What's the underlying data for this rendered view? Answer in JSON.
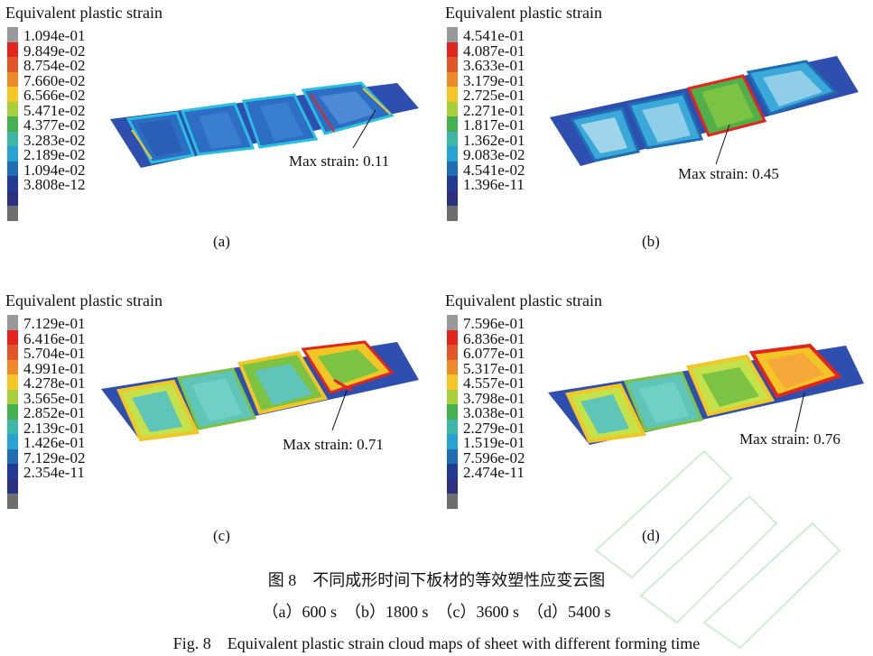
{
  "panels": [
    {
      "id": "a",
      "title": "Equivalent plastic strain",
      "legend": [
        "1.094e-01",
        "9.849e-02",
        "8.754e-02",
        "7.660e-02",
        "6.566e-02",
        "5.471e-02",
        "4.377e-02",
        "3.283e-02",
        "2.189e-02",
        "1.094e-02",
        "3.808e-12"
      ],
      "max_strain": "Max strain: 0.11",
      "label": "(a)"
    },
    {
      "id": "b",
      "title": "Equivalent plastic strain",
      "legend": [
        "4.541e-01",
        "4.087e-01",
        "3.633e-01",
        "3.179e-01",
        "2.725e-01",
        "2.271e-01",
        "1.817e-01",
        "1.362e-01",
        "9.083e-02",
        "4.541e-02",
        "1.396e-11"
      ],
      "max_strain": "Max strain: 0.45",
      "label": "(b)"
    },
    {
      "id": "c",
      "title": "Equivalent plastic strain",
      "legend": [
        "7.129e-01",
        "6.416e-01",
        "5.704e-01",
        "4.991e-01",
        "4.278e-01",
        "3.565e-01",
        "2.852e-01",
        "2.139c-01",
        "1.426e-01",
        "7.129e-02",
        "2.354e-11"
      ],
      "max_strain": "Max strain: 0.71",
      "label": "(c)"
    },
    {
      "id": "d",
      "title": "Equivalent plastic strain",
      "legend": [
        "7.596e-01",
        "6.836e-01",
        "6.077e-01",
        "5.317e-01",
        "4.557e-01",
        "3.798e-01",
        "3.038e-01",
        "2.279e-01",
        "1.519e-01",
        "7.596e-02",
        "2.474e-11"
      ],
      "max_strain": "Max strain: 0.76",
      "label": "(d)"
    }
  ],
  "legend_colors": [
    "#999999",
    "#e4251d",
    "#e2562a",
    "#ee8a2c",
    "#f2c624",
    "#a6cf3a",
    "#43b14f",
    "#3fb7a8",
    "#26a2d3",
    "#1f6db3",
    "#213a95",
    "#2b3080",
    "#6e6e6e"
  ],
  "captions": {
    "cn_title": "图 8　不同成形时间下板材的等效塑性应变云图",
    "cn_sub": "（a）600 s　（b）1800 s　（c）3600 s　（d）5400 s",
    "en_title": "Fig. 8　Equivalent plastic strain cloud maps of sheet with different forming time"
  }
}
